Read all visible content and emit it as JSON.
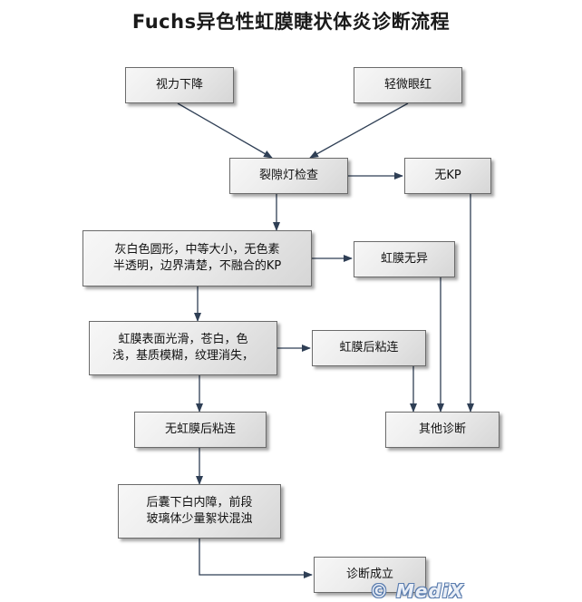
{
  "title": "Fuchs异色性虹膜睫状体炎诊断流程",
  "colors": {
    "edge": "#2f3f55",
    "node_border": "#6b6b6b",
    "node_fill": "#ececec"
  },
  "nodes": {
    "vision": "视力下降",
    "red": "轻微眼红",
    "slitlamp": "裂隙灯检查",
    "nokp": "无KP",
    "kp": "灰白色圆形，中等大小，无色素\n半透明，边界清楚，不融合的KP",
    "iris_normal": "虹膜无异",
    "iris_surface": "虹膜表面光滑，苍白，色\n浅，基质模糊，纹理消失，",
    "post_syn": "虹膜后粘连",
    "no_post_syn": "无虹膜后粘连",
    "other": "其他诊断",
    "cataract": "后囊下白内障，前段\n玻璃体少量絮状混浊",
    "diagnosis": "诊断成立"
  },
  "watermark": "© MediX"
}
